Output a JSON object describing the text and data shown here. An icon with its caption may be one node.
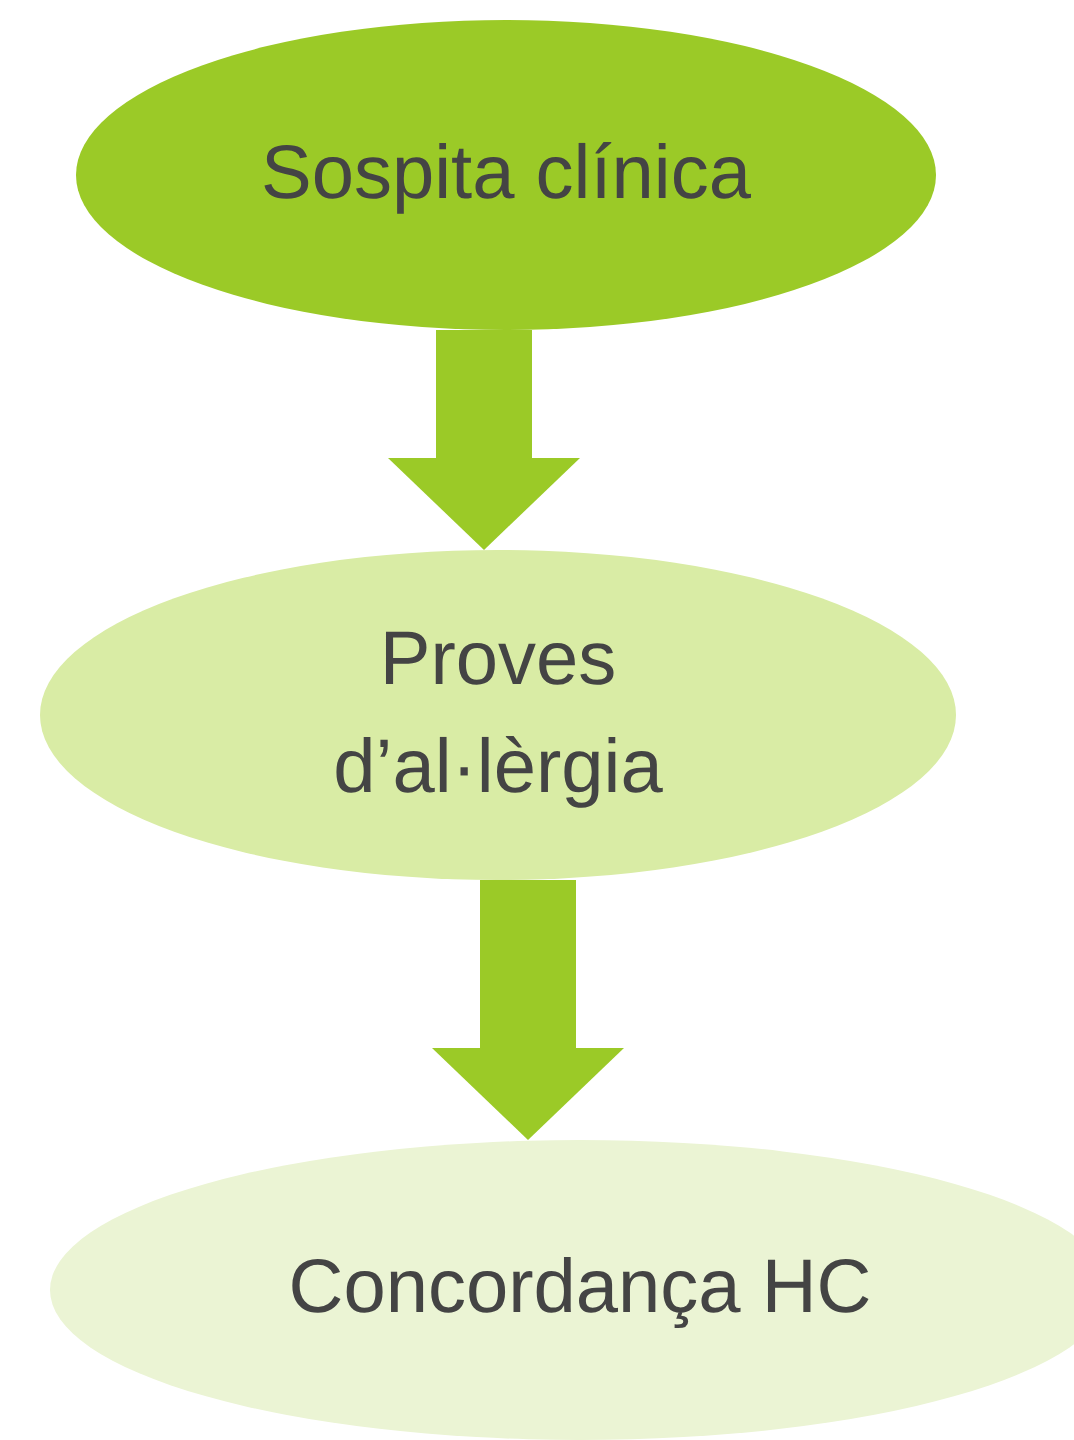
{
  "diagram": {
    "nodes": [
      {
        "text": [
          "Sospita clínica"
        ]
      },
      {
        "text": [
          "Proves d’al·lèrgia"
        ]
      },
      {
        "text": [
          "Concordança HC"
        ]
      }
    ],
    "edges": [
      {
        "from": 0,
        "to": 1,
        "arrow": "to"
      },
      {
        "from": 1,
        "to": 2,
        "arrow": "to"
      }
    ]
  }
}
